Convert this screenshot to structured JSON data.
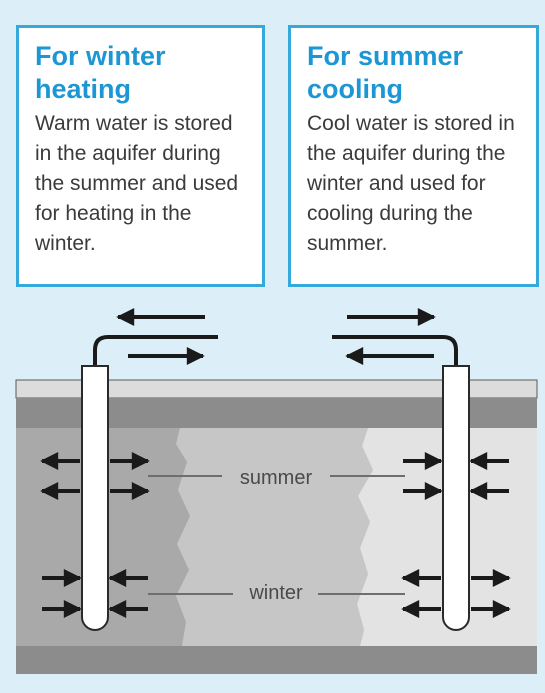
{
  "cards": {
    "left": {
      "title": "For winter heating",
      "body": "Warm water is stored in the aquifer during the summer and used for heating in the winter."
    },
    "right": {
      "title": "For summer cooling",
      "body": "Cool water is stored in the aquifer during the winter and used for cooling during the summer."
    }
  },
  "labels": {
    "summer": "summer",
    "winter": "winter"
  },
  "colors": {
    "background": "#dceef8",
    "card_border": "#35a9dc",
    "title": "#1d96d4",
    "body_text": "#3b3b3b",
    "confining_layer": "#8c8c8c",
    "warm_zone": "#a9a9a9",
    "middle_zone": "#c6c6c6",
    "cool_zone": "#e3e3e3",
    "arrow": "#1a1a1a"
  }
}
